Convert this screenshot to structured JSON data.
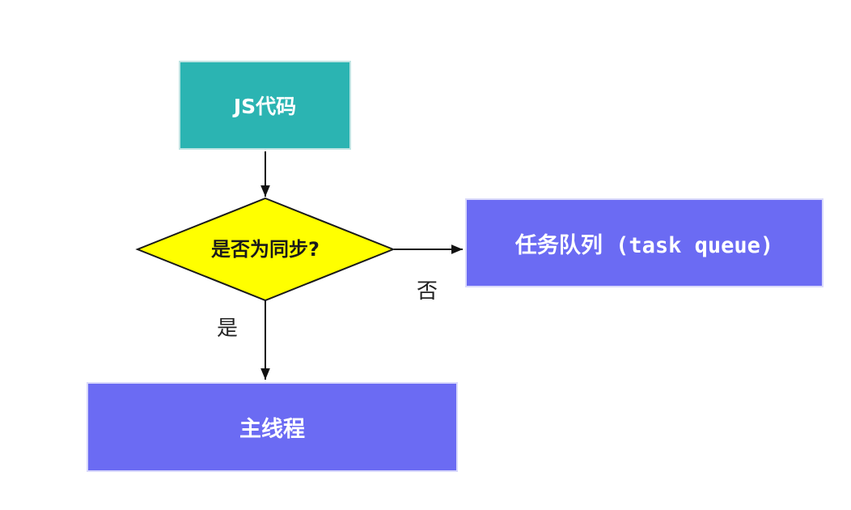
{
  "diagram": {
    "type": "flowchart",
    "background_color": "#ffffff",
    "arrow_color": "#111111",
    "nodes": {
      "js_code": {
        "label": "JS代码",
        "shape": "rect",
        "fill": "#2bb4b2",
        "text_color": "#ffffff"
      },
      "decision": {
        "label": "是否为同步?",
        "shape": "diamond",
        "fill": "#ffff00",
        "border_color": "#1a1a1a",
        "text_color": "#1a1a1a"
      },
      "task_queue": {
        "label": "任务队列 (task queue)",
        "shape": "rect",
        "fill": "#6b6bf3",
        "text_color": "#ffffff"
      },
      "main_thread": {
        "label": "主线程",
        "shape": "rect",
        "fill": "#6b6bf3",
        "text_color": "#ffffff"
      }
    },
    "edges": [
      {
        "from": "js_code",
        "to": "decision",
        "label": ""
      },
      {
        "from": "decision",
        "to": "task_queue",
        "label": "否"
      },
      {
        "from": "decision",
        "to": "main_thread",
        "label": "是"
      }
    ]
  }
}
